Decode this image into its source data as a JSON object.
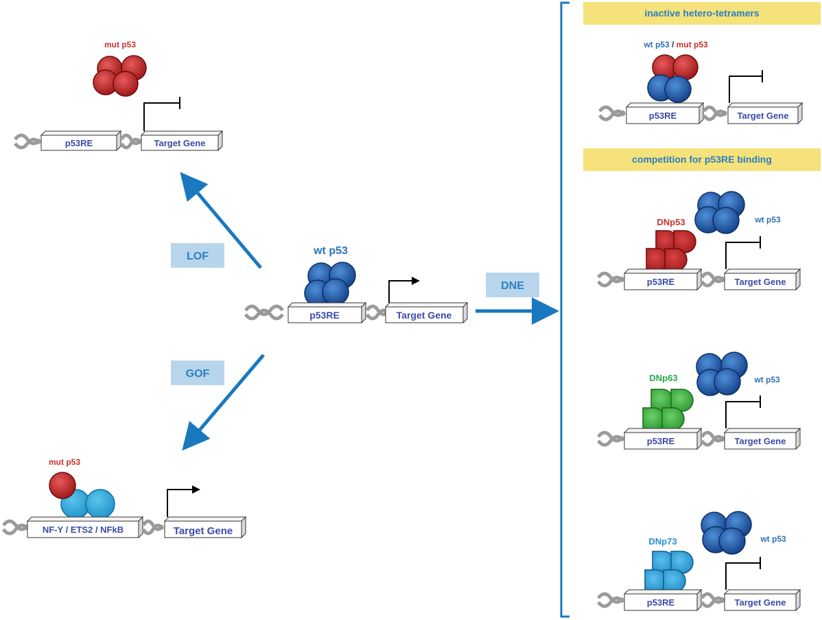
{
  "colors": {
    "dna": "#9a9a9a",
    "box_text": "#3b4aa6",
    "wt_p53": "#1f5fb0",
    "mut_p53": "#cc2a2a",
    "dnp63": "#3aaa3a",
    "dnp73": "#2aa0d8",
    "cofactor": "#29a9e1",
    "arrow": "#1a78be",
    "label_box": "#b8d5ec",
    "header_box": "#f6e27a",
    "header_text": "#2a7fc0",
    "wt_label": "#2f6fb8",
    "mut_label": "#c8302b",
    "dnp63_label": "#2aa84a",
    "dnp73_label": "#2a8fd0"
  },
  "center": {
    "protein_label": "wt p53",
    "element_label": "p53RE",
    "gene_label": "Target Gene"
  },
  "lof": {
    "arrow_label": "LOF",
    "protein_label": "mut p53",
    "element_label": "p53RE",
    "gene_label": "Target Gene"
  },
  "gof": {
    "arrow_label": "GOF",
    "protein_label": "mut p53",
    "element_label": "NF-Y / ETS2 / NFkB",
    "gene_label": "Target Gene"
  },
  "dne": {
    "arrow_label": "DNE",
    "header1": "inactive hetero-tetramers",
    "header2": "competition for p53RE binding",
    "hetero": {
      "label_wt": "wt p53",
      "label_sep": " / ",
      "label_mut": "mut p53",
      "element_label": "p53RE",
      "gene_label": "Target Gene"
    },
    "panels": [
      {
        "isoform_label": "DNp53",
        "wt_label": "wt p53",
        "element_label": "p53RE",
        "gene_label": "Target Gene"
      },
      {
        "isoform_label": "DNp63",
        "wt_label": "wt p53",
        "element_label": "p53RE",
        "gene_label": "Target Gene"
      },
      {
        "isoform_label": "DNp73",
        "wt_label": "wt p53",
        "element_label": "p53RE",
        "gene_label": "Target Gene"
      }
    ]
  }
}
